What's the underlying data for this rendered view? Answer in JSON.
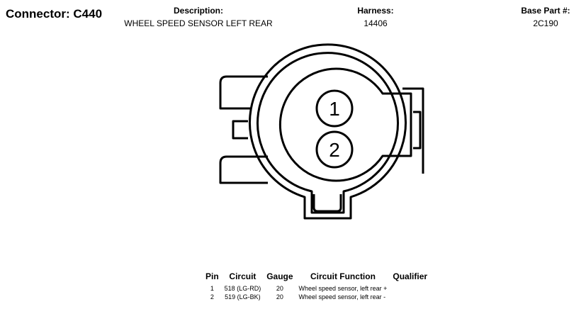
{
  "connector": {
    "title": "Connector: C440"
  },
  "description": {
    "label": "Description:",
    "value": "WHEEL SPEED SENSOR LEFT REAR"
  },
  "harness": {
    "label": "Harness:",
    "value": "14406"
  },
  "base_part": {
    "label": "Base Part #:",
    "value": "2C190"
  },
  "diagram": {
    "pins": [
      {
        "label": "1"
      },
      {
        "label": "2"
      }
    ]
  },
  "pin_table": {
    "headers": {
      "pin": "Pin",
      "circuit": "Circuit",
      "gauge": "Gauge",
      "function": "Circuit Function",
      "qualifier": "Qualifier"
    },
    "rows": [
      {
        "pin": "1",
        "circuit": "518 (LG-RD)",
        "gauge": "20",
        "function": "Wheel speed sensor, left rear +",
        "qualifier": ""
      },
      {
        "pin": "2",
        "circuit": "519 (LG-BK)",
        "gauge": "20",
        "function": "Wheel speed sensor, left rear -",
        "qualifier": ""
      }
    ]
  }
}
